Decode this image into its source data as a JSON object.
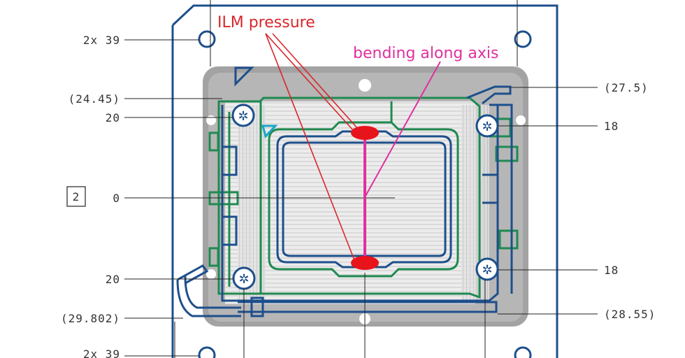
{
  "annotations": {
    "ilm_pressure": "ILM pressure",
    "bending": "bending along axis"
  },
  "dimensions": {
    "left": {
      "top_hole": "2x 39",
      "upper": "(24.45)",
      "upper_screw": "20",
      "center": "0",
      "lower_screw": "20",
      "lower": "(29.802)",
      "bottom_hole": "2x 39"
    },
    "right": {
      "upper": "(27.5)",
      "upper_screw": "18",
      "lower_screw": "18",
      "lower": "(28.55)"
    },
    "datum": "2"
  },
  "colors": {
    "outline_blue": "#1d4f8c",
    "outline_green": "#1f8a50",
    "pressure_red": "#e8141c",
    "bending_pink": "#e0309e",
    "metal_gray": "#9a9a9a"
  }
}
